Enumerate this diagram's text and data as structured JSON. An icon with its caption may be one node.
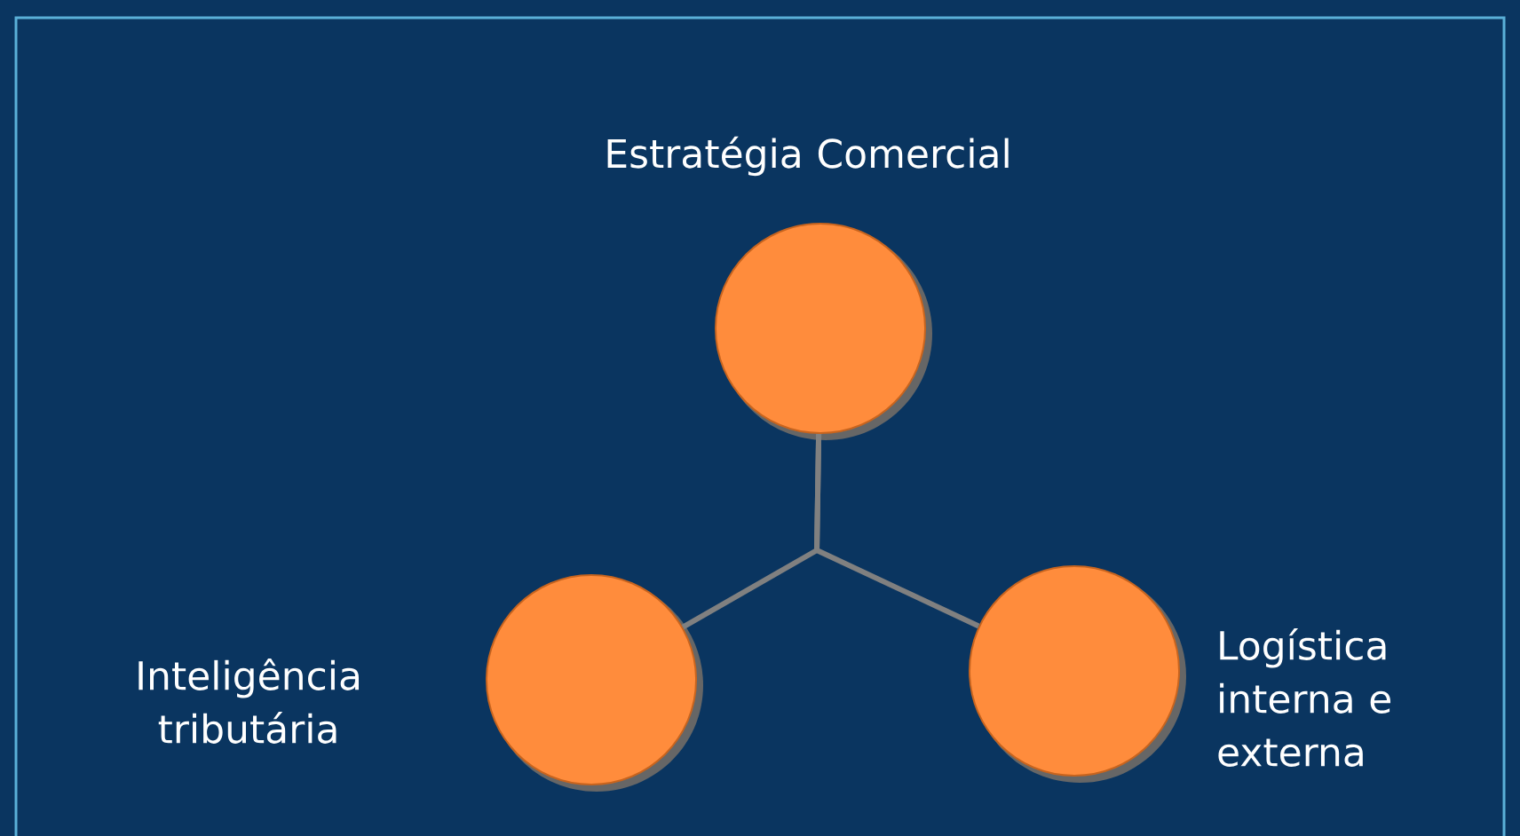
{
  "diagram": {
    "nodes": [
      {
        "text": [
          "Estratégia Comercial"
        ]
      },
      {
        "text": [
          "Inteligência tributária"
        ]
      },
      {
        "text": [
          "Logística interna e externa"
        ]
      }
    ],
    "edges": [
      {
        "from": 0,
        "to": 1,
        "arrow": "none"
      },
      {
        "from": 0,
        "to": 2,
        "arrow": "none"
      }
    ]
  }
}
